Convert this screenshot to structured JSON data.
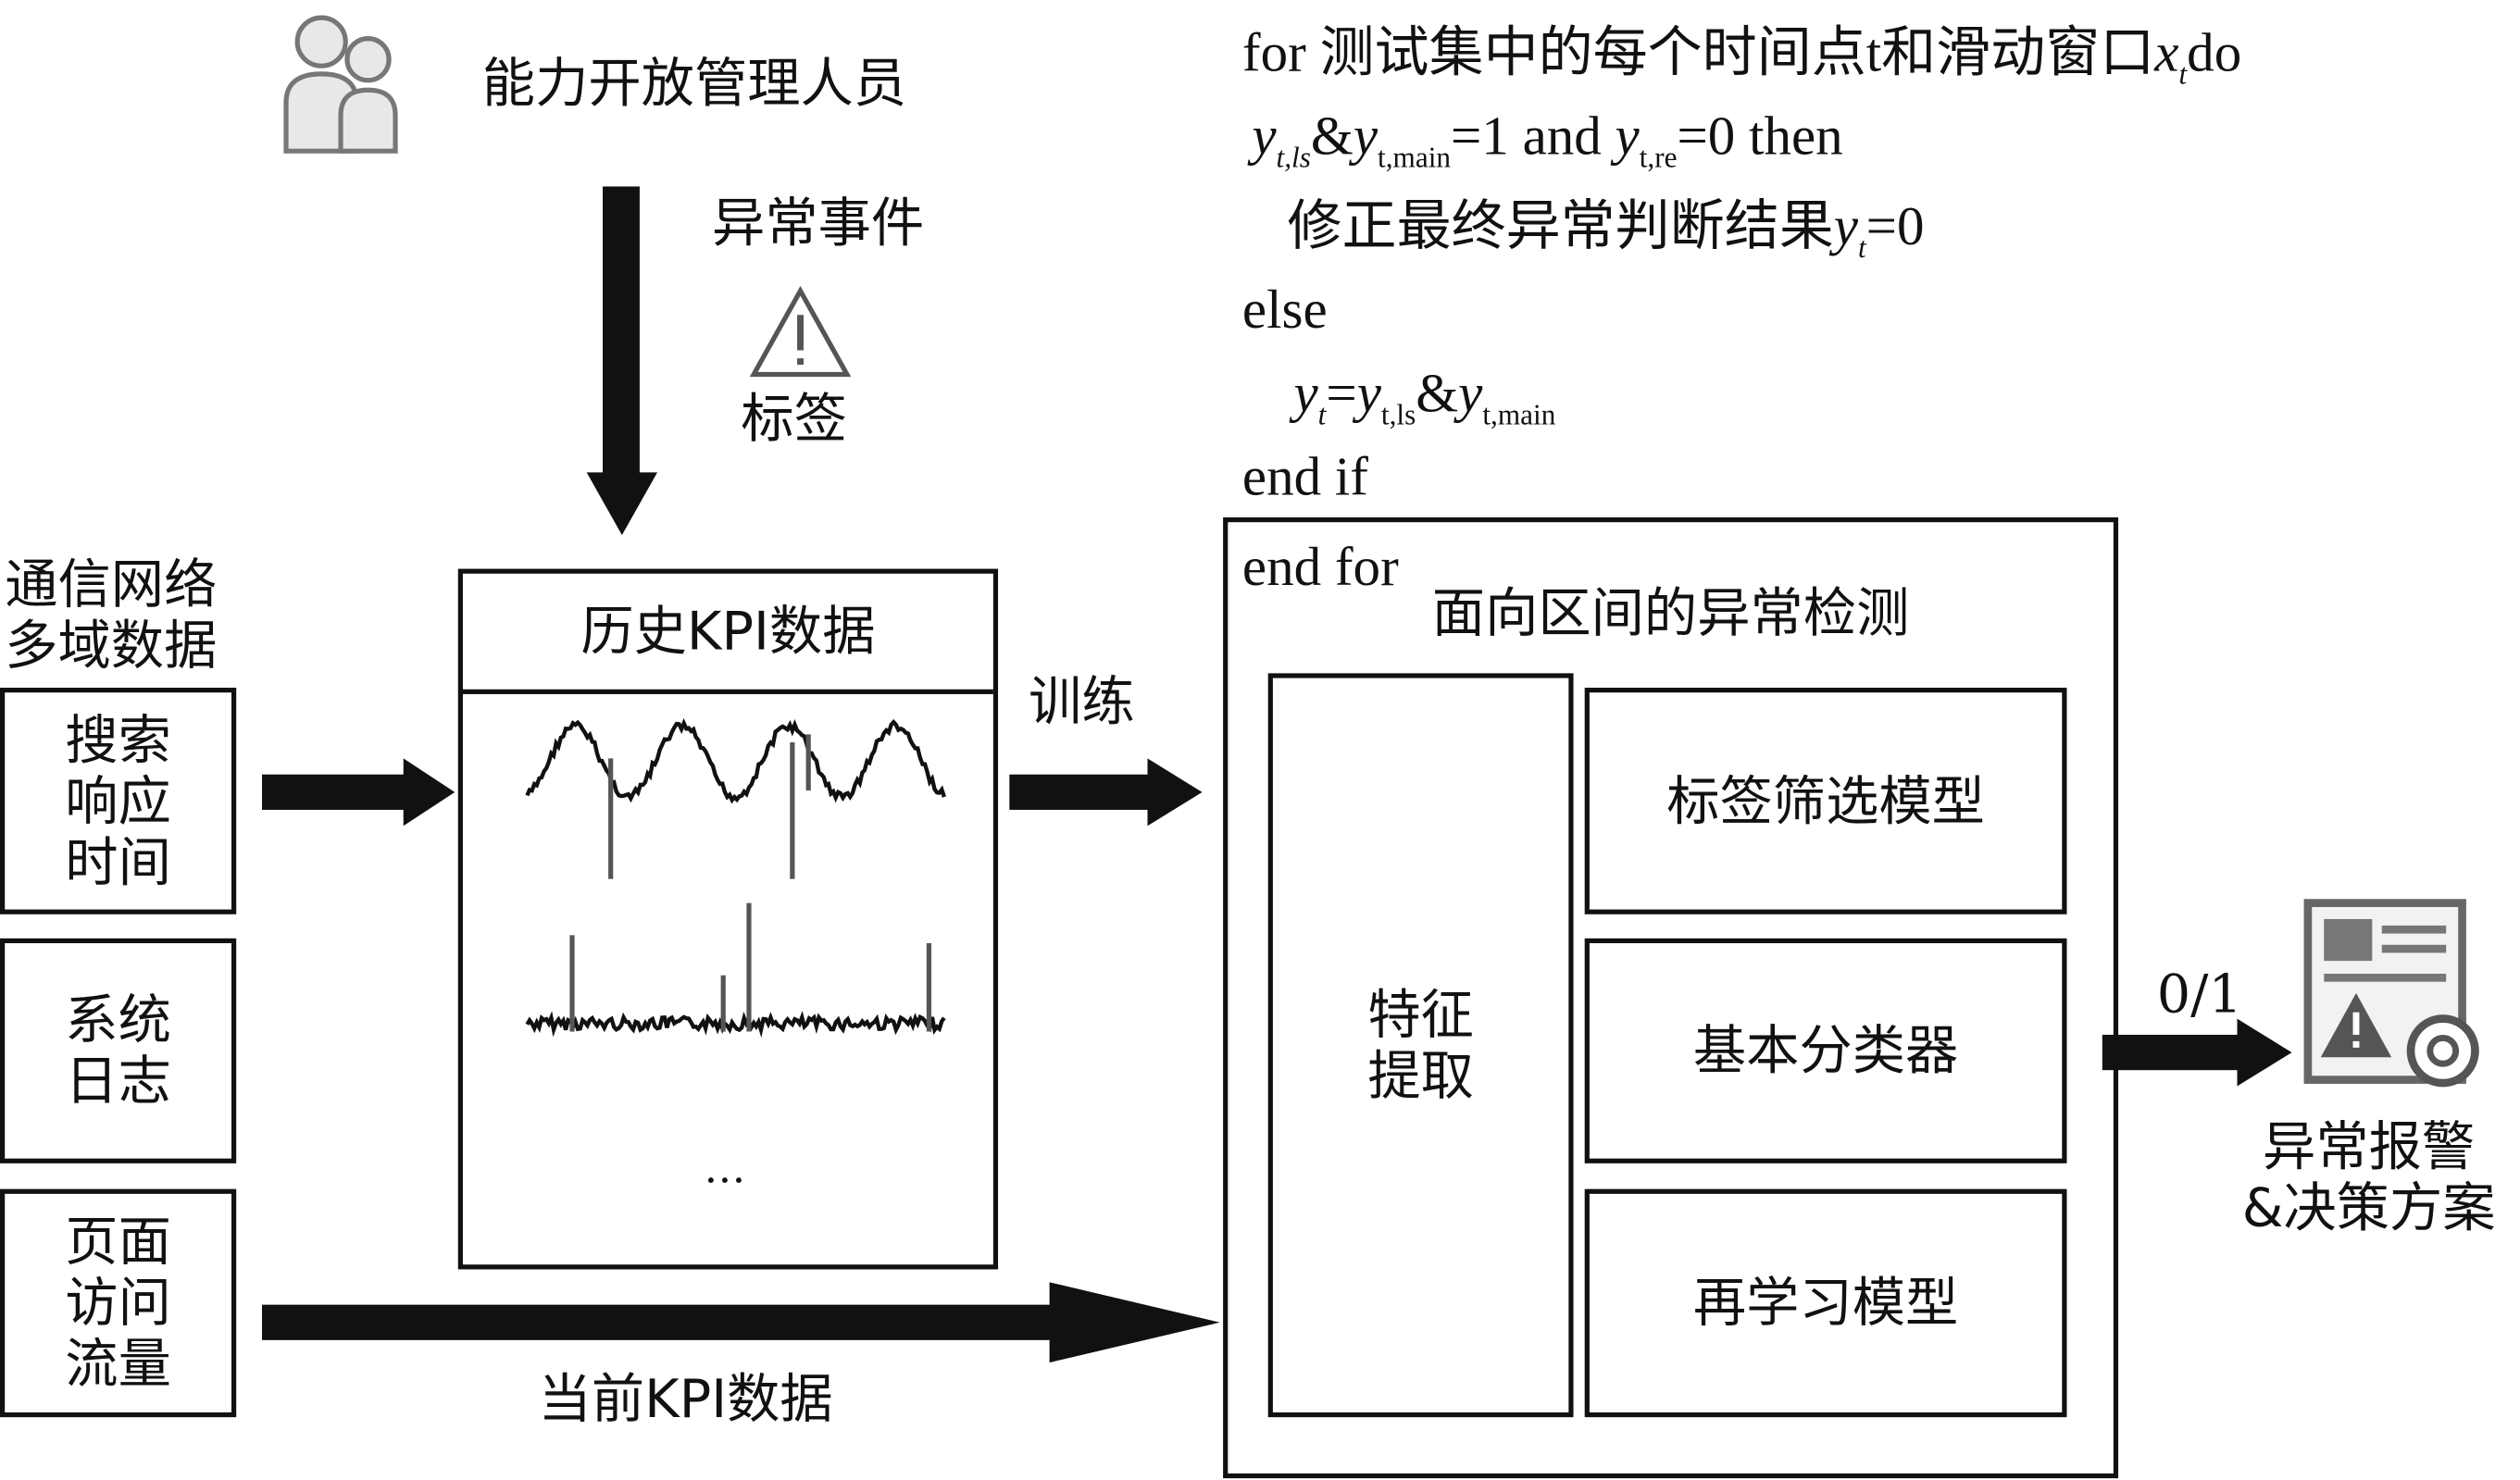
{
  "top": {
    "operator_label": "能力开放管理人员",
    "event_label": "异常事件",
    "tag_label": "标签"
  },
  "inputs": {
    "group_label_line1": "通信网络",
    "group_label_line2": "多域数据",
    "sources": [
      {
        "lines": [
          "搜索",
          "响应",
          "时间"
        ]
      },
      {
        "lines": [
          "系统",
          "日志"
        ]
      },
      {
        "lines": [
          "页面",
          "访问",
          "流量"
        ]
      }
    ]
  },
  "history": {
    "title": "历史KPI数据",
    "ellipsis": "…"
  },
  "train_label": "训练",
  "current_label": "当前KPI数据",
  "detection": {
    "title": "面向区间的异常检测",
    "feature_lines": [
      "特征",
      "提取"
    ],
    "models": [
      "标签筛选模型",
      "基本分类器",
      "再学习模型"
    ]
  },
  "output": {
    "value_label": "0/1",
    "result_line1": "异常报警",
    "result_line2": "&决策方案"
  },
  "pseudocode": {
    "l1_for": "for 测试集中的每个时间点t和滑动窗口",
    "l1_x": "x",
    "l1_xsub": "t",
    "l1_do": "do",
    "l2_y1": "y",
    "l2_s1": "t,ls",
    "l2_amp": "&",
    "l2_y2": "y",
    "l2_s2": "t,main",
    "l2_mid": "=1 and ",
    "l2_y3": "y",
    "l2_s3": "t,re",
    "l2_end": "=0 then",
    "l3_text": "修正最终异常判断结果",
    "l3_y": "y",
    "l3_s": "t",
    "l3_end": "=0",
    "l4": "else",
    "l5_y": "y",
    "l5_s": "t",
    "l5_eq": "=",
    "l5_y2": "y",
    "l5_s2": "t,ls",
    "l5_amp": "&",
    "l5_y3": "y",
    "l5_s3": "t,main",
    "l6": "end if",
    "l7": "end for"
  }
}
